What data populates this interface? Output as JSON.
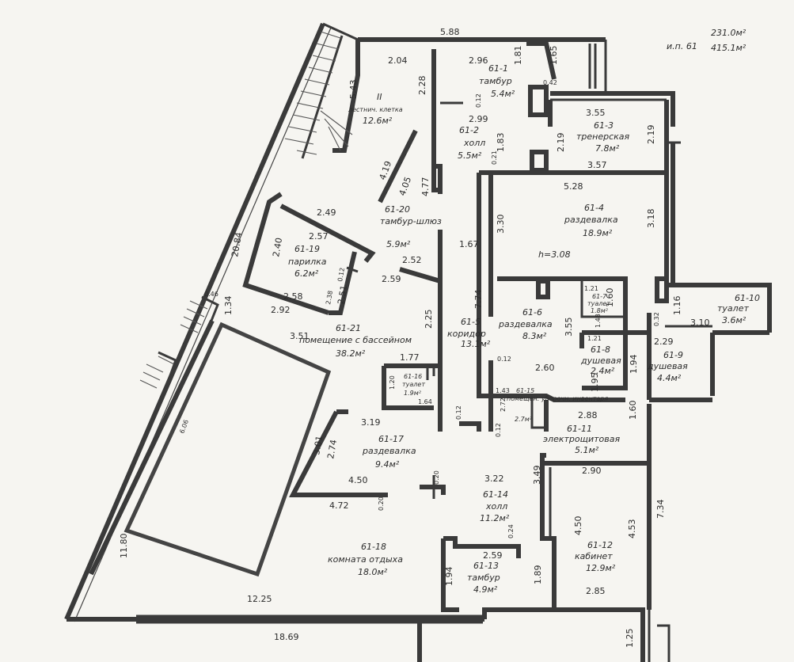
{
  "header": {
    "unit_label": "и.п. 61",
    "area_1": "231.0м²",
    "area_2": "415.1м²"
  },
  "rooms": [
    {
      "number": "II",
      "name": "лестнич. клетка",
      "area": "12.6м²"
    },
    {
      "number": "61-1",
      "name": "тамбур",
      "area": "5.4м²"
    },
    {
      "number": "61-2",
      "name": "холл",
      "area": "5.5м²"
    },
    {
      "number": "61-3",
      "name": "тренерская",
      "area": "7.8м²"
    },
    {
      "number": "61-4",
      "name": "раздевалка",
      "area": "18.9м²"
    },
    {
      "number": "61-5",
      "name": "коридор",
      "area": "13.1м²"
    },
    {
      "number": "61-6",
      "name": "раздевалка",
      "area": "8.3м²"
    },
    {
      "number": "61-7",
      "name": "туалет",
      "area": "1.8м²"
    },
    {
      "number": "61-8",
      "name": "душевая",
      "area": "2.4м²"
    },
    {
      "number": "61-9",
      "name": "душевая",
      "area": "4.4м²"
    },
    {
      "number": "61-10",
      "name": "туалет",
      "area": "3.6м²"
    },
    {
      "number": "61-11",
      "name": "электрощитовая",
      "area": "5.1м²"
    },
    {
      "number": "61-12",
      "name": "кабинет",
      "area": "12.9м²"
    },
    {
      "number": "61-13",
      "name": "тамбур",
      "area": "4.9м²"
    },
    {
      "number": "61-14",
      "name": "холл",
      "area": "11.2м²"
    },
    {
      "number": "61-15",
      "name": "помещен. уборочн. инвентаря",
      "area": "2.7м²"
    },
    {
      "number": "61-16",
      "name": "туалет",
      "area": "1.9м²"
    },
    {
      "number": "61-17",
      "name": "раздевалка",
      "area": "9.4м²"
    },
    {
      "number": "61-18",
      "name": "комната отдыха",
      "area": "18.0м²"
    },
    {
      "number": "61-19",
      "name": "парилка",
      "area": "6.2м²"
    },
    {
      "number": "61-20",
      "name": "тамбур-шлюз",
      "area": "5.9м²"
    },
    {
      "number": "61-21",
      "name": "помещение с бассейном",
      "area": "38.2м²"
    }
  ],
  "height_note": "h=3.08",
  "dimensions": [
    "5.88",
    "2.04",
    "5.43",
    "2.28",
    "2.96",
    "1.81",
    "1.65",
    "0.42",
    "0.12",
    "2.99",
    "1.83",
    "3.55",
    "2.19",
    "2.19",
    "0.21",
    "3.57",
    "5.28",
    "4.19",
    "4.05",
    "4.77",
    "3.30",
    "3.18",
    "2.49",
    "2.57",
    "2.40",
    "0.12",
    "2.52",
    "2.59",
    "1.67",
    "20.84",
    "2.58",
    "2.38",
    "2.51",
    "0.46",
    "1.34",
    "2.92",
    "3.51",
    "7.74",
    "1.21",
    "1.21",
    "1.60",
    "1.16",
    "3.10",
    "0.32",
    "1.48",
    "2.25",
    "3.55",
    "2.29",
    "1.77",
    "0.12",
    "2.60",
    "1.94",
    "1.20",
    "1.64",
    "1.95",
    "1.43",
    "2.72",
    "0.12",
    "0.12",
    "2.88",
    "1.60",
    "3.19",
    "3.01",
    "2.74",
    "3.49",
    "2.90",
    "4.50",
    "3.22",
    "0.20",
    "4.72",
    "0.20",
    "4.50",
    "4.53",
    "7.34",
    "0.24",
    "11.80",
    "2.59",
    "1.94",
    "1.89",
    "2.85",
    "12.25",
    "18.69",
    "1.25",
    "6.06"
  ]
}
